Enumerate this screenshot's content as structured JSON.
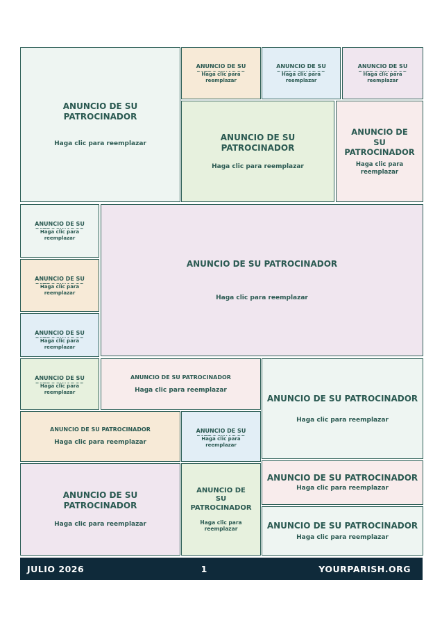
{
  "ads": [
    {
      "title": "ANUNCIO DE SU PATROCINADOR",
      "subtitle": "Haga clic para reemplazar"
    },
    {
      "title": "ANUNCIO DE SU PATROCINADOR",
      "subtitle": "Haga clic para reemplazar"
    },
    {
      "title": "ANUNCIO DE SU PATROCINADOR",
      "subtitle": "Haga clic para reemplazar"
    },
    {
      "title": "ANUNCIO DE SU PATROCINADOR",
      "subtitle": "Haga clic para reemplazar"
    },
    {
      "title": "ANUNCIO DE SU PATROCINADOR",
      "subtitle": "Haga clic para reemplazar"
    },
    {
      "title": "ANUNCIO DE SU PATROCINADOR",
      "subtitle": "Haga clic para reemplazar"
    },
    {
      "title": "ANUNCIO DE SU PATROCINADOR",
      "subtitle": "Haga clic para reemplazar"
    },
    {
      "title": "ANUNCIO DE SU PATROCINADOR",
      "subtitle": "Haga clic para reemplazar"
    },
    {
      "title": "ANUNCIO DE SU PATROCINADOR",
      "subtitle": "Haga clic para reemplazar"
    },
    {
      "title": "ANUNCIO DE SU PATROCINADOR",
      "subtitle": "Haga clic para reemplazar"
    },
    {
      "title": "ANUNCIO DE SU PATROCINADOR",
      "subtitle": "Haga clic para reemplazar"
    },
    {
      "title": "ANUNCIO DE SU PATROCINADOR",
      "subtitle": "Haga clic para reemplazar"
    },
    {
      "title": "ANUNCIO DE SU PATROCINADOR",
      "subtitle": "Haga clic para reemplazar"
    },
    {
      "title": "ANUNCIO DE SU PATROCINADOR",
      "subtitle": "Haga clic para reemplazar"
    },
    {
      "title": "ANUNCIO DE SU PATROCINADOR",
      "subtitle": "Haga clic para reemplazar"
    },
    {
      "title": "ANUNCIO DE SU PATROCINADOR",
      "subtitle": "Haga clic para reemplazar"
    },
    {
      "title": "ANUNCIO DE SU PATROCINADOR",
      "subtitle": "Haga clic para reemplazar"
    },
    {
      "title": "ANUNCIO DE SU PATROCINADOR",
      "subtitle": "Haga clic para reemplazar"
    },
    {
      "title": "ANUNCIO DE SU PATROCINADOR",
      "subtitle": "Haga clic para reemplazar"
    }
  ],
  "footer": {
    "month": "JULIO 2026",
    "page_number": "1",
    "website": "YOURPARISH.ORG"
  },
  "colors": {
    "mint": "#eef5f2",
    "peach": "#f7ead7",
    "sky": "#e2eef6",
    "lavender": "#f0e6ef",
    "lime": "#e7f1de",
    "blush": "#f8ecec",
    "border": "#2d5f57",
    "text": "#2b5a52",
    "footer_bg": "#0f2a3a"
  }
}
